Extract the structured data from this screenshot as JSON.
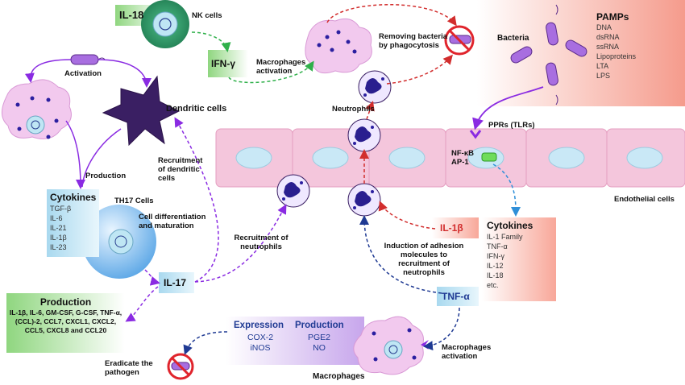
{
  "labels": {
    "il18": "IL-18",
    "nk_cells": "NK cells",
    "ifn_gamma": "IFN-γ",
    "macrophages_activation_top": "Macrophages activation",
    "removing_bacteria": "Removing bacteria by phagocytosis",
    "bacteria": "Bacteria",
    "pamps_title": "PAMPs",
    "pamps_items": [
      "DNA",
      "dsRNA",
      "ssRNA",
      "Lipoproteins",
      "LTA",
      "LPS"
    ],
    "activation": "Activation",
    "dendritic_cells": "Dendritic cells",
    "neutrophils": "Neutrophils",
    "pprs": "PPRs (TLRs)",
    "nfkb": "NF-κB",
    "ap1": "AP-1",
    "production_small": "Production",
    "recruitment_dc": "Recruitment of dendritic cells",
    "cytokines_left_title": "Cytokines",
    "cytokines_left_items": [
      "TGF-β",
      "IL-6",
      "IL-21",
      "IL-1β",
      "IL-23"
    ],
    "th17": "TH17 Cells",
    "cell_diff": "Cell differentiation and maturation",
    "endothelial": "Endothelial cells",
    "il1b": "IL-1β",
    "cytokines_right_title": "Cytokines",
    "cytokines_right_items": [
      "IL-1 Family",
      "TNF-α",
      "IFN-γ",
      "IL-12",
      "IL-18",
      "etc."
    ],
    "recruitment_neut": "Recruitment of neutrophils",
    "induction": "Induction of adhesion molecules to recruitment of neutrophils",
    "il17": "IL-17",
    "production_title": "Production",
    "production_text": "IL-1β, IL-6, GM-CSF, G-CSF, TNF-α, (CCL)-2, CCL7, CXCL1, CXCL2, CCL5, CXCL8 and CCL20",
    "tnf_alpha": "TNF-α",
    "expression_title": "Expression",
    "expression_items": [
      "COX-2",
      "iNOS"
    ],
    "production2_title": "Production",
    "production2_items": [
      "PGE2",
      "NO"
    ],
    "macrophages_activation_bottom": "Macrophages activation",
    "eradicate": "Eradicate the pathogen",
    "macrophages": "Macrophages"
  },
  "colors": {
    "purple_arrow": "#8a2be2",
    "red_arrow": "#d22d2d",
    "green_arrow": "#2fb04a",
    "blue_arrow": "#1f3a93",
    "endothelial": "#f4c6dc",
    "nucleus": "#bfe6f4",
    "neutrophil_nucleus": "#2a1f8f",
    "dendritic": "#3a1f63",
    "pamps_box": "#f7a294"
  }
}
